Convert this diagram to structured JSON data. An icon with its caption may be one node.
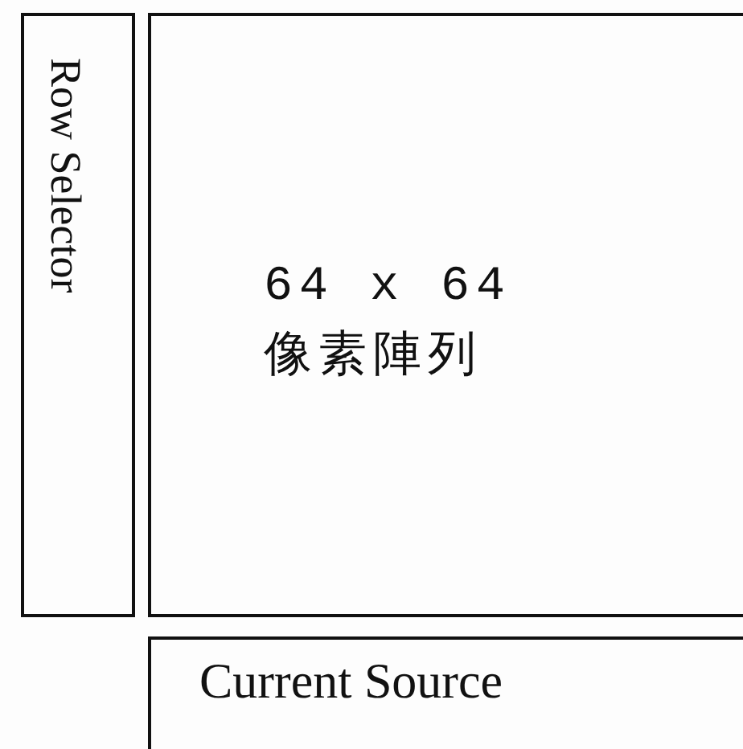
{
  "diagram": {
    "nodes": [
      {
        "text": [
          "Row Selector"
        ]
      },
      {
        "text": [
          "64 x 64",
          "像素陣列"
        ]
      },
      {
        "text": [
          "Current Source"
        ]
      }
    ]
  }
}
